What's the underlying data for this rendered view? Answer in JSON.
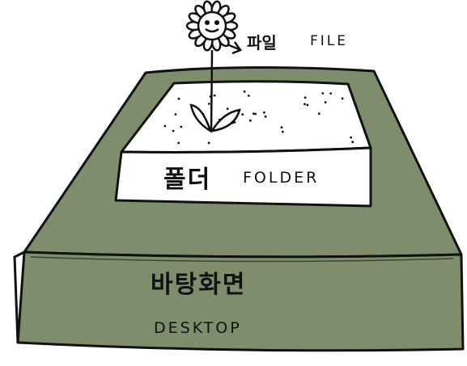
{
  "colors": {
    "desktop_fill": "#7e8e6d",
    "folder_fill": "#ffffff",
    "ink": "#111111"
  },
  "desktop": {
    "label_ko": "바탕화면",
    "label_en": "DESKTOP"
  },
  "folder": {
    "label_ko": "폴더",
    "label_en": "FOLDER"
  },
  "file": {
    "label_ko": "파일",
    "label_en": "FILE"
  },
  "icons": [
    "desktop-slab",
    "folder-box",
    "flower-file"
  ]
}
